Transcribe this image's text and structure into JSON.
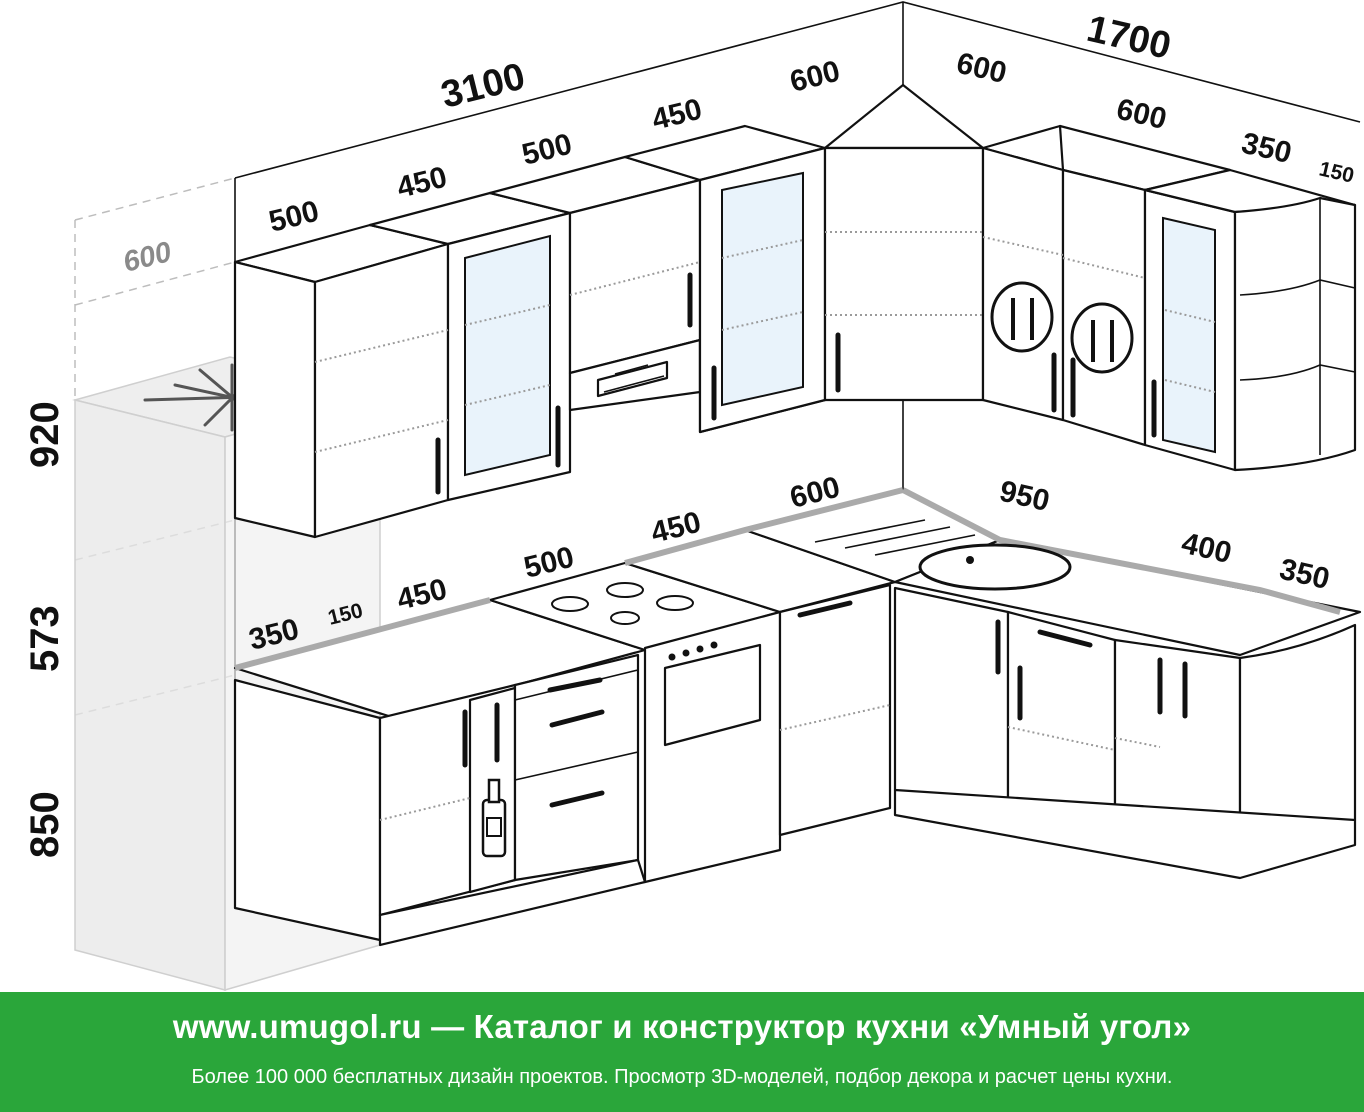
{
  "diagram": {
    "wall_top_total_left": "3100",
    "wall_top_total_right": "1700",
    "upper_left": [
      "500",
      "450",
      "500",
      "450",
      "600"
    ],
    "upper_right": [
      "600",
      "600",
      "350",
      "150"
    ],
    "side_depth": "600",
    "lower_left": [
      "350",
      "150",
      "450",
      "500",
      "450",
      "600"
    ],
    "lower_right": [
      "950",
      "400",
      "350"
    ],
    "heights": [
      "920",
      "573",
      "850"
    ],
    "icons": [
      "snowflake-icon",
      "fork-knife-icon",
      "bottle-icon",
      "hood-icon",
      "stove-icon",
      "sink-icon"
    ]
  },
  "footer": {
    "title": "www.umugol.ru — Каталог и конструктор кухни «Умный угол»",
    "subtitle": "Более 100 000 бесплатных дизайн проектов. Просмотр 3D-моделей, подбор декора и расчет цены кухни.",
    "bg_color": "#2aa63a"
  }
}
